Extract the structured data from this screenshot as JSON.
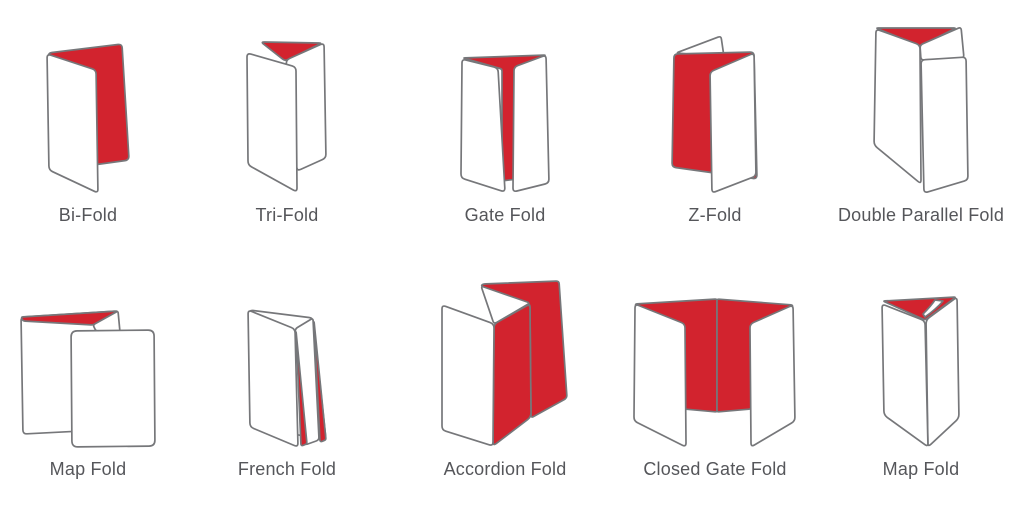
{
  "colors": {
    "red": "#d2232e",
    "outline": "#76777a",
    "panel": "#ffffff",
    "label": "#55565a",
    "background": "#ffffff"
  },
  "folds": [
    {
      "id": "bi-fold",
      "label": "Bi-Fold"
    },
    {
      "id": "tri-fold",
      "label": "Tri-Fold"
    },
    {
      "id": "gate-fold",
      "label": "Gate Fold"
    },
    {
      "id": "z-fold",
      "label": "Z-Fold"
    },
    {
      "id": "double-parallel-fold",
      "label": "Double Parallel Fold"
    },
    {
      "id": "map-fold-1",
      "label": "Map Fold"
    },
    {
      "id": "french-fold",
      "label": "French Fold"
    },
    {
      "id": "accordion-fold",
      "label": "Accordion Fold"
    },
    {
      "id": "closed-gate-fold",
      "label": "Closed Gate Fold"
    },
    {
      "id": "map-fold-2",
      "label": "Map Fold"
    }
  ]
}
